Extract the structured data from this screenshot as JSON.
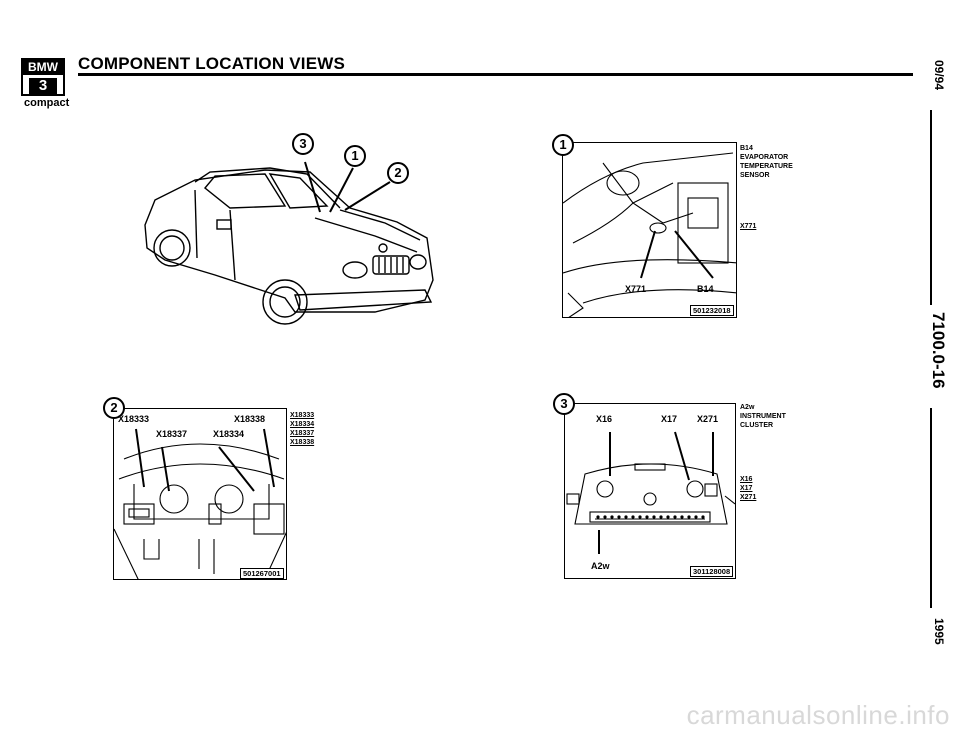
{
  "header": {
    "logo_top": "BMW",
    "logo_model": "3",
    "logo_sub": "compact",
    "title": "COMPONENT LOCATION VIEWS"
  },
  "margin": {
    "date": "09/94",
    "code": "7100.0-16",
    "year": "1995"
  },
  "figure_car": {
    "callouts": [
      "3",
      "1",
      "2"
    ]
  },
  "figure_1": {
    "callout": "1",
    "side_labels": [
      "B14",
      "EVAPORATOR",
      "TEMPERATURE",
      "SENSOR"
    ],
    "side_link": "X771",
    "connector_labels": [
      "X771",
      "B14"
    ],
    "ref": "501232018"
  },
  "figure_2": {
    "callout": "2",
    "labels_top": [
      "X18333",
      "X18338"
    ],
    "labels_mid": [
      "X18337",
      "X18334"
    ],
    "side_links": [
      "X18333",
      "X18334",
      "X18337",
      "X18338"
    ],
    "ref": "501267001"
  },
  "figure_3": {
    "callout": "3",
    "side_labels": [
      "A2w",
      "INSTRUMENT",
      "CLUSTER"
    ],
    "side_links": [
      "X16",
      "X17",
      "X271"
    ],
    "top_labels": [
      "X16",
      "X17",
      "X271"
    ],
    "bottom_label": "A2w",
    "ref": "301128008"
  },
  "footer": {
    "watermark": "carmanualsonline.info"
  }
}
